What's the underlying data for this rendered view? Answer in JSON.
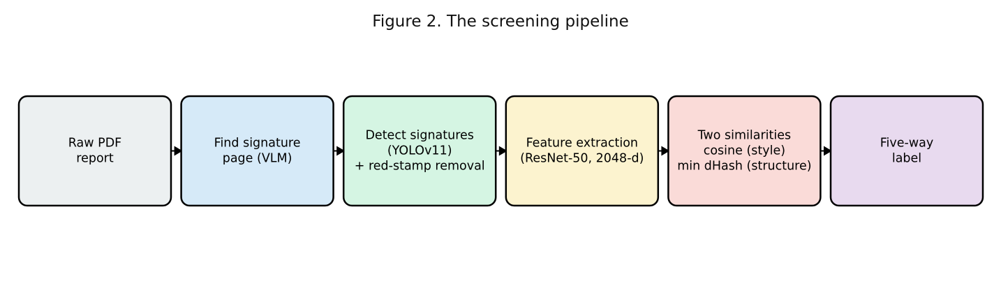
{
  "title": "Figure 2. The screening pipeline",
  "stages": [
    {
      "lines": [
        "Raw PDF",
        "report"
      ],
      "color": "#ecf0f1"
    },
    {
      "lines": [
        "Find signature",
        "page (VLM)"
      ],
      "color": "#d6eaf8"
    },
    {
      "lines": [
        "Detect signatures",
        "(YOLOv11)",
        "+ red-stamp removal"
      ],
      "color": "#d5f5e3"
    },
    {
      "lines": [
        "Feature extraction",
        "(ResNet-50, 2048-d)"
      ],
      "color": "#fcf3cf"
    },
    {
      "lines": [
        "Two similarities",
        "cosine (style)",
        "min dHash (structure)"
      ],
      "color": "#fadbd8"
    },
    {
      "lines": [
        "Five-way",
        "label"
      ],
      "color": "#e8daef"
    }
  ]
}
